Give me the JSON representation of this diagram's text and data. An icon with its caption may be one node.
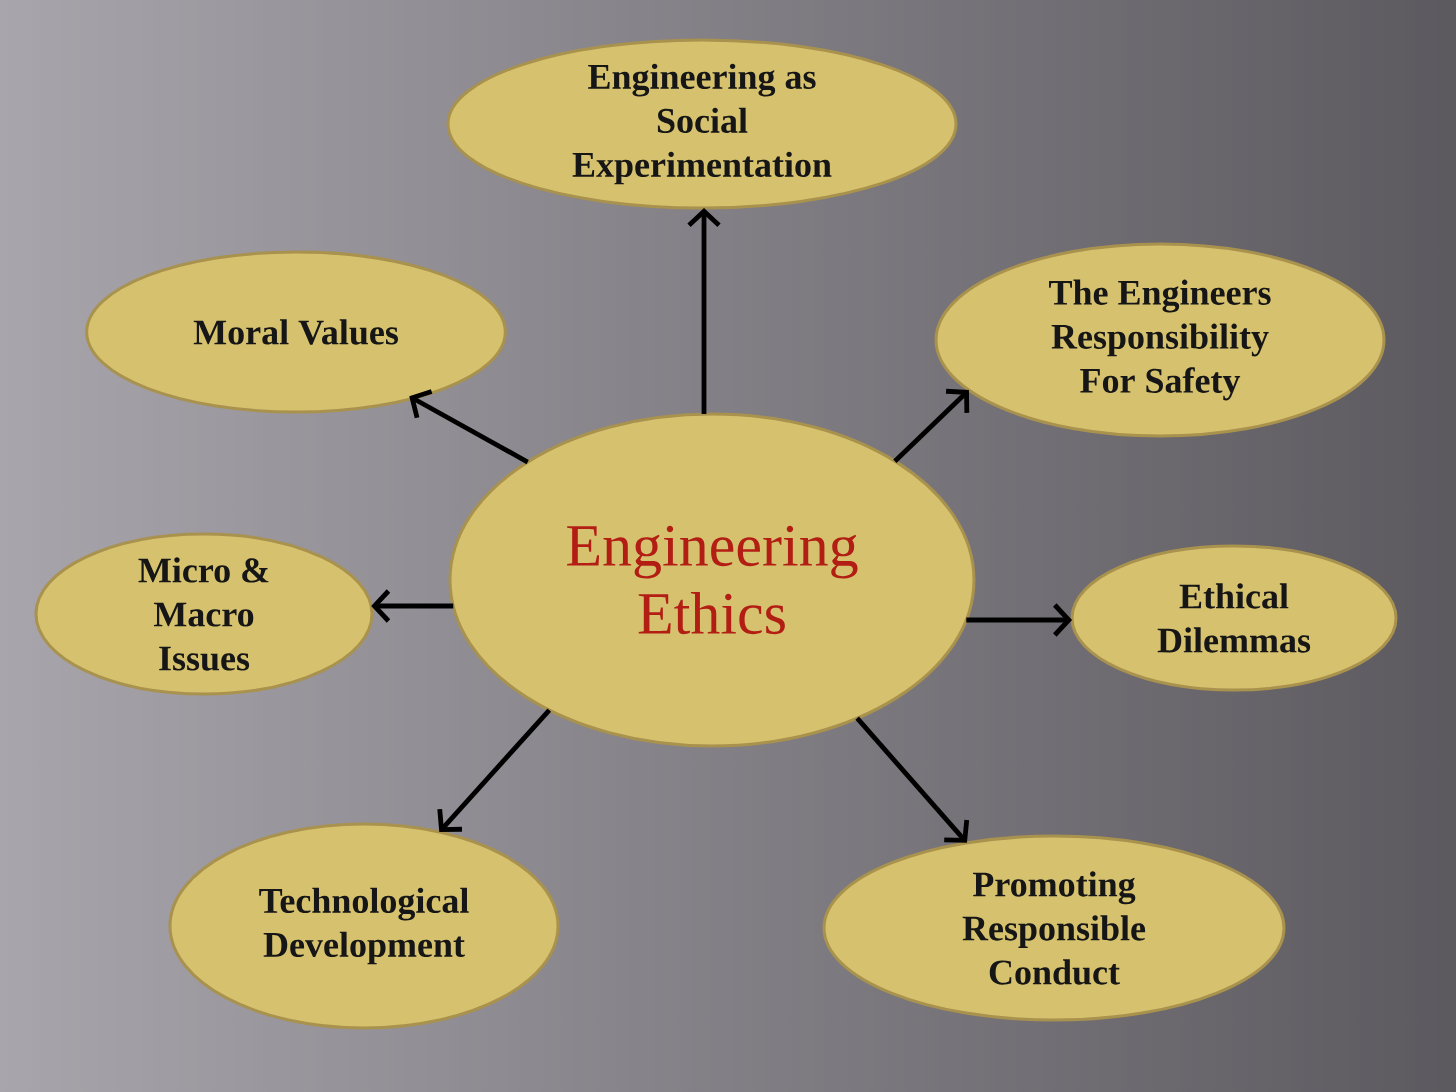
{
  "diagram": {
    "nodes": [
      {
        "text": [
          "Engineering as Social Experimentation"
        ]
      },
      {
        "text": [
          "Moral Values"
        ]
      },
      {
        "text": [
          "The Engineers Responsibility For Safety"
        ]
      },
      {
        "text": [
          "Engineering Ethics"
        ]
      },
      {
        "text": [
          "Micro & Macro Issues"
        ]
      },
      {
        "text": [
          "Ethical Dilemmas"
        ]
      },
      {
        "text": [
          "Technological Development"
        ]
      },
      {
        "text": [
          "Promoting Responsible Conduct"
        ]
      }
    ],
    "edges": [
      {
        "from": 3,
        "to": 0,
        "arrow": "to"
      },
      {
        "from": 3,
        "to": 1,
        "arrow": "to"
      },
      {
        "from": 3,
        "to": 2,
        "arrow": "to"
      },
      {
        "from": 3,
        "to": 4,
        "arrow": "to"
      },
      {
        "from": 3,
        "to": 5,
        "arrow": "to"
      },
      {
        "from": 3,
        "to": 6,
        "arrow": "to"
      },
      {
        "from": 3,
        "to": 7,
        "arrow": "to"
      }
    ]
  }
}
